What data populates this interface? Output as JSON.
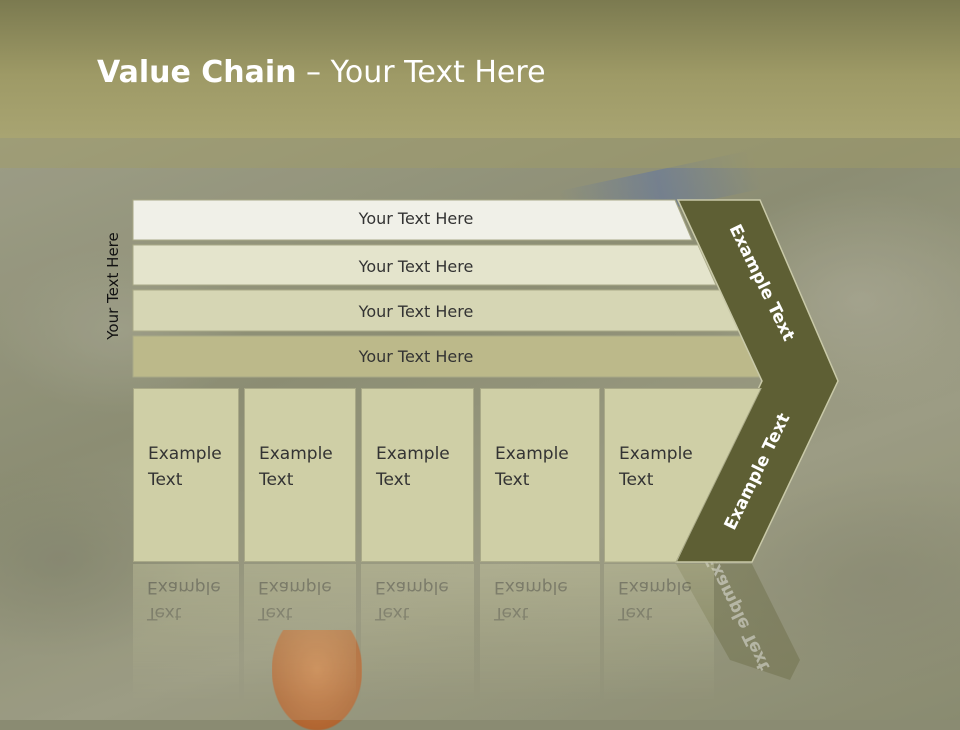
{
  "title": {
    "bold": "Value Chain",
    "rest": " – Your Text Here"
  },
  "side_label": "Your Text Here",
  "bars": [
    {
      "label": "Your Text Here"
    },
    {
      "label": "Your Text Here"
    },
    {
      "label": "Your Text Here"
    },
    {
      "label": "Your Text Here"
    }
  ],
  "boxes": [
    {
      "line1": "Example",
      "line2": "Text"
    },
    {
      "line1": "Example",
      "line2": "Text"
    },
    {
      "line1": "Example",
      "line2": "Text"
    },
    {
      "line1": "Example",
      "line2": "Text"
    },
    {
      "line1": "Example",
      "line2": "Text"
    }
  ],
  "chevron": {
    "upper": "Example Text",
    "lower": "Example Text"
  },
  "colors": {
    "header": "#9e9a66",
    "bar1": "#f0f0e8",
    "bar2": "#e4e4cc",
    "bar3": "#d6d6b4",
    "bar4": "#bcb98a",
    "box": "#cfcfa6",
    "chevron": "#5e5f34"
  }
}
